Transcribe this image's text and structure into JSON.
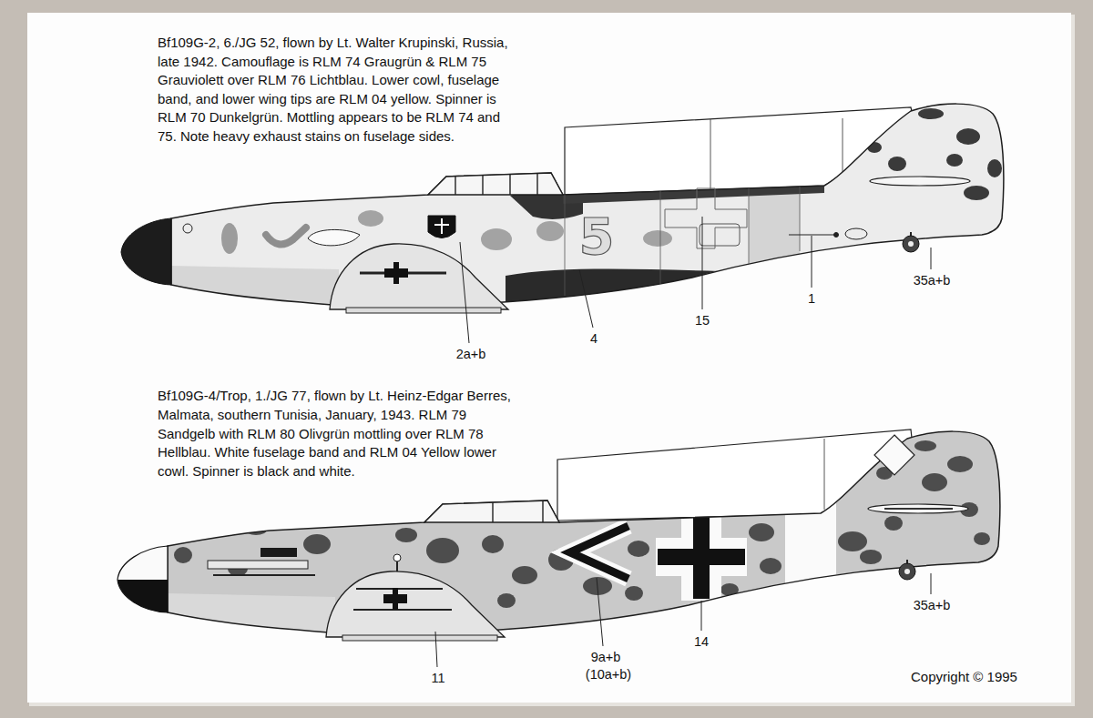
{
  "diagram": {
    "labels": [
      "Bf109G-2, 6./JG 52, flown by Lt. Walter Krupinski, Russia, late 1942. Camouflage is RLM 74 Graugrün & RLM 75 Grauviolett over RLM 76 Lichtblau. Lower cowl, fuselage band, and lower wing tips are RLM 04 yellow. Spinner is RLM 70 Dunkelgrün. Mottling appears to be RLM 74 and 75. Note heavy exhaust stains on fuselage sides.",
      "5",
      "35a+b",
      "1",
      "15",
      "4",
      "2a+b",
      "Bf109G-4/Trop, 1./JG 77, flown by Lt. Heinz-Edgar Berres, Malmata, southern Tunisia, January, 1943. RLM 79 Sandgelb with RLM 80 Olivgrün mottling over RLM 78 Hellblau. White fuselage band and RLM 04 Yellow lower cowl. Spinner is black and white.",
      "35a+b",
      "14",
      "9a+b",
      "(10a+b)",
      "11",
      "Copyright © 1995"
    ]
  }
}
